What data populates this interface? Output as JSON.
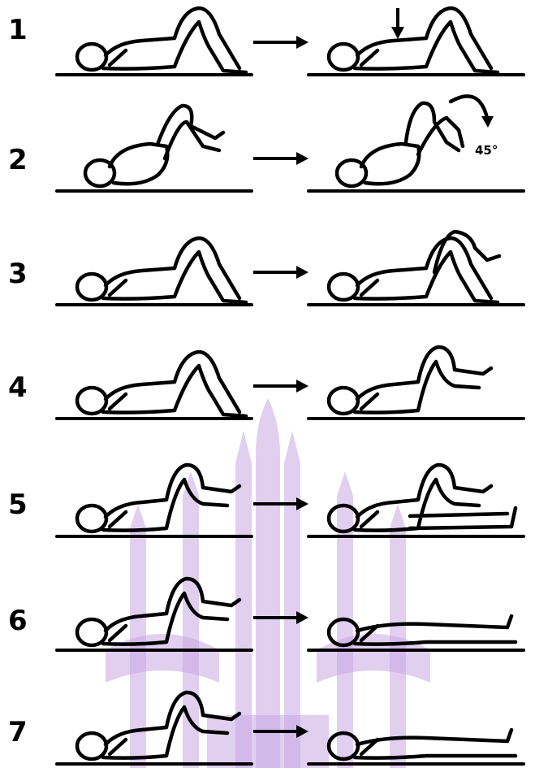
{
  "rows": [
    {
      "number": "1",
      "start": "knees-bent",
      "end": "knees-bent-press",
      "marker": "down-arrow",
      "angle_label": ""
    },
    {
      "number": "2",
      "start": "knees-to-chest",
      "end": "knees-tilt",
      "marker": "curved-arrow",
      "angle_label": "45°"
    },
    {
      "number": "3",
      "start": "knees-bent",
      "end": "leg-crossed",
      "marker": "",
      "angle_label": ""
    },
    {
      "number": "4",
      "start": "knees-bent",
      "end": "leg-raised",
      "marker": "",
      "angle_label": ""
    },
    {
      "number": "5",
      "start": "leg-raised",
      "end": "leg-raised-other-straight",
      "marker": "",
      "angle_label": ""
    },
    {
      "number": "6",
      "start": "leg-raised",
      "end": "legs-straight",
      "marker": "",
      "angle_label": ""
    },
    {
      "number": "7",
      "start": "leg-raised",
      "end": "legs-straight",
      "marker": "",
      "angle_label": ""
    }
  ],
  "colors": {
    "ink": "#000000",
    "watermark": "#c9a8e3"
  }
}
